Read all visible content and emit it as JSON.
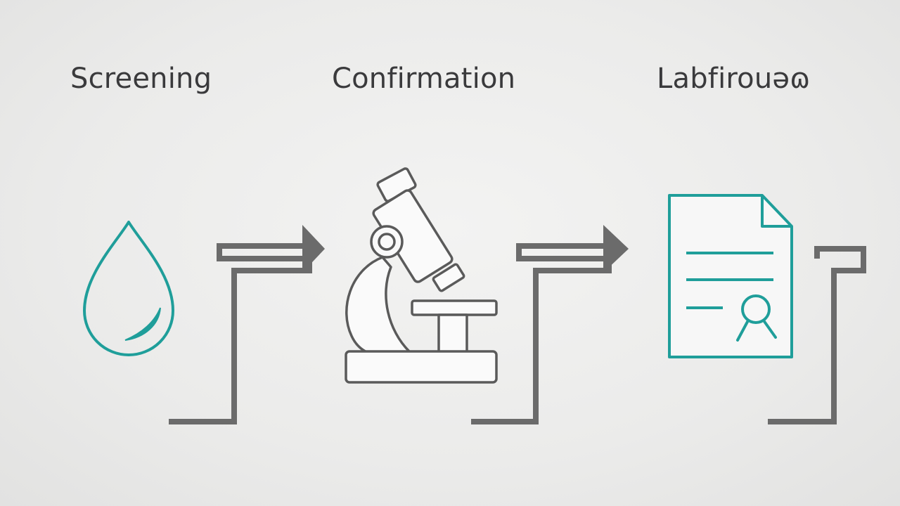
{
  "steps": [
    {
      "label": "Screening",
      "icon": "water-drop-icon"
    },
    {
      "label": "Confirmation",
      "icon": "microscope-icon"
    },
    {
      "label": "Labfirouəɷ",
      "icon": "certificate-document-icon"
    }
  ],
  "colors": {
    "accent": "#1f9e9a",
    "connector": "#6b6b6b",
    "outline": "#5a5a5a",
    "text": "#3a3a3c",
    "fill": "#fafafa"
  }
}
